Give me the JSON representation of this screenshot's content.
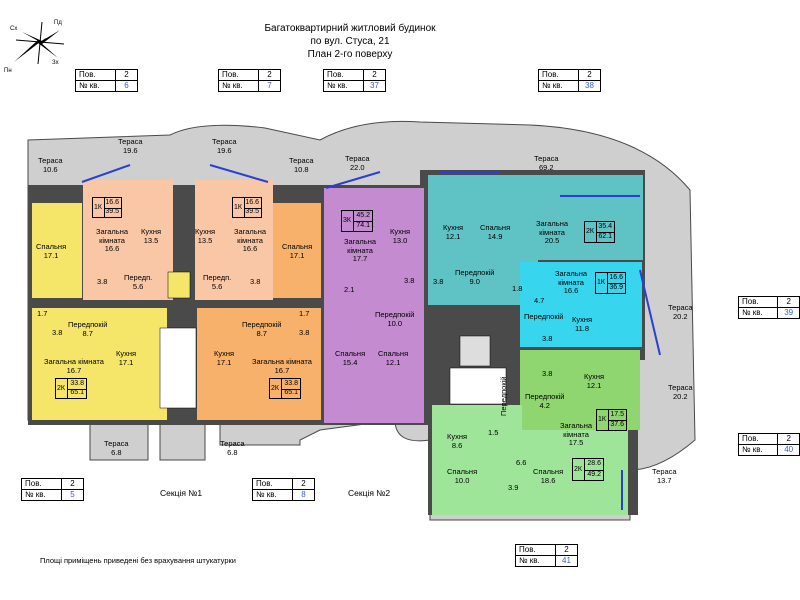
{
  "header": {
    "line1": "Багатоквартирний житловий будинок",
    "line2": "по вул. Стуса, 21",
    "line3": "План 2-го поверху"
  },
  "compass": {
    "nw": "Сх",
    "ne": "Пд",
    "sw": "Пн",
    "se": "Зх"
  },
  "colors": {
    "yellow": "#f5e66a",
    "orange": "#f7b16a",
    "peach": "#f9c6a6",
    "purple": "#c48bd0",
    "teal": "#5fc3c6",
    "cyan": "#37d6ee",
    "green": "#8fd670",
    "lightgreen": "#9ee59a",
    "wall": "#4a4a4a",
    "terrace": "#cfcfcf",
    "blue_text": "#3a5ad8"
  },
  "tables": [
    {
      "id": "t6",
      "floor_label": "Пов.",
      "floor": "2",
      "apt_label": "№ кв.",
      "apt": "6"
    },
    {
      "id": "t7",
      "floor_label": "Пов.",
      "floor": "2",
      "apt_label": "№ кв.",
      "apt": "7"
    },
    {
      "id": "t37",
      "floor_label": "Пов.",
      "floor": "2",
      "apt_label": "№ кв.",
      "apt": "37"
    },
    {
      "id": "t38",
      "floor_label": "Пов.",
      "floor": "2",
      "apt_label": "№ кв.",
      "apt": "38"
    },
    {
      "id": "t39",
      "floor_label": "Пов.",
      "floor": "2",
      "apt_label": "№ кв.",
      "apt": "39"
    },
    {
      "id": "t40",
      "floor_label": "Пов.",
      "floor": "2",
      "apt_label": "№ кв.",
      "apt": "40"
    },
    {
      "id": "t5",
      "floor_label": "Пов.",
      "floor": "2",
      "apt_label": "№ кв.",
      "apt": "5"
    },
    {
      "id": "t8",
      "floor_label": "Пов.",
      "floor": "2",
      "apt_label": "№ кв.",
      "apt": "8"
    },
    {
      "id": "t41",
      "floor_label": "Пов.",
      "floor": "2",
      "apt_label": "№ кв.",
      "apt": "41"
    }
  ],
  "rooms": [
    {
      "id": "r1",
      "name": "Тераса",
      "area": "10.6"
    },
    {
      "id": "r2",
      "name": "Тераса",
      "area": "19.6"
    },
    {
      "id": "r3",
      "name": "Тераса",
      "area": "19.6"
    },
    {
      "id": "r4",
      "name": "Тераса",
      "area": "10.8"
    },
    {
      "id": "r5",
      "name": "Тераса",
      "area": "22.0"
    },
    {
      "id": "r6",
      "name": "Тераса",
      "area": "69.2"
    },
    {
      "id": "r7",
      "name": "Спальня",
      "area": "17.1"
    },
    {
      "id": "r8",
      "name": "Загальна кімната",
      "area": "16.6"
    },
    {
      "id": "r9",
      "name": "Кухня",
      "area": "13.5"
    },
    {
      "id": "r10",
      "name": "Кухня",
      "area": "13.5"
    },
    {
      "id": "r11",
      "name": "Загальна кімната",
      "area": "16.6"
    },
    {
      "id": "r12",
      "name": "Спальня",
      "area": "17.1"
    },
    {
      "id": "r13",
      "name": "Загальна кімната",
      "area": "17.7"
    },
    {
      "id": "r14",
      "name": "Кухня",
      "area": "13.0"
    },
    {
      "id": "r15",
      "name": "Кухня",
      "area": "12.1"
    },
    {
      "id": "r16",
      "name": "Спальня",
      "area": "14.9"
    },
    {
      "id": "r17",
      "name": "Загальна кімната",
      "area": "20.5"
    },
    {
      "id": "r18",
      "name": "Передп.",
      "area": "5.6"
    },
    {
      "id": "r19",
      "name": "Передп.",
      "area": "5.6"
    },
    {
      "id": "r20",
      "name": "Передпокій",
      "area": "9.0"
    },
    {
      "id": "r21",
      "name": "Загальна кімната",
      "area": "16.6"
    },
    {
      "id": "r22",
      "name": "Передпокій",
      "area": "8.7"
    },
    {
      "id": "r23",
      "name": "Передпокій",
      "area": "8.7"
    },
    {
      "id": "r24",
      "name": "Передпокій",
      "area": "10.0"
    },
    {
      "id": "r25",
      "name": "Передпокій",
      "area": ""
    },
    {
      "id": "r26",
      "name": "Кухня",
      "area": "11.8"
    },
    {
      "id": "r27",
      "name": "Тераса",
      "area": "20.2"
    },
    {
      "id": "r28",
      "name": "Загальна кімната",
      "area": "16.7"
    },
    {
      "id": "r29",
      "name": "Кухня",
      "area": "17.1"
    },
    {
      "id": "r30",
      "name": "Кухня",
      "area": "17.1"
    },
    {
      "id": "r31",
      "name": "Загальна кімната",
      "area": "16.7"
    },
    {
      "id": "r32",
      "name": "Спальня",
      "area": "15.4"
    },
    {
      "id": "r33",
      "name": "Спальня",
      "area": "12.1"
    },
    {
      "id": "r34",
      "name": "Кухня",
      "area": "12.1"
    },
    {
      "id": "r35",
      "name": "Передпокій",
      "area": "4.2"
    },
    {
      "id": "r36",
      "name": "Тераса",
      "area": "20.2"
    },
    {
      "id": "r37",
      "name": "Загальна кімната",
      "area": "17.5"
    },
    {
      "id": "r38",
      "name": "Кухня",
      "area": "8.6"
    },
    {
      "id": "r39",
      "name": "Передпокій",
      "area": ""
    },
    {
      "id": "r40",
      "name": "Тераса",
      "area": "6.8"
    },
    {
      "id": "r41",
      "name": "Тераса",
      "area": "6.8"
    },
    {
      "id": "r42",
      "name": "Спальня",
      "area": "10.0"
    },
    {
      "id": "r43",
      "name": "Спальня",
      "area": "18.6"
    },
    {
      "id": "r44",
      "name": "Тераса",
      "area": "13.7"
    }
  ],
  "small_areas": [
    {
      "id": "s1",
      "value": "3.8"
    },
    {
      "id": "s2",
      "value": "3.8"
    },
    {
      "id": "s3",
      "value": "1.7"
    },
    {
      "id": "s4",
      "value": "3.8"
    },
    {
      "id": "s5",
      "value": "1.7"
    },
    {
      "id": "s6",
      "value": "3.8"
    },
    {
      "id": "s7",
      "value": "2.1"
    },
    {
      "id": "s8",
      "value": "3.8"
    },
    {
      "id": "s9",
      "value": "3.8"
    },
    {
      "id": "s10",
      "value": "1.8"
    },
    {
      "id": "s11",
      "value": "4.7"
    },
    {
      "id": "s12",
      "value": "3.8"
    },
    {
      "id": "s13",
      "value": "3.8"
    },
    {
      "id": "s14",
      "value": "1.5"
    },
    {
      "id": "s15",
      "value": "6.6"
    },
    {
      "id": "s16",
      "value": "3.9"
    }
  ],
  "boxes": [
    {
      "id": "b1",
      "rooms": "1К",
      "living": "16.6",
      "total": "39.5"
    },
    {
      "id": "b2",
      "rooms": "1К",
      "living": "16.6",
      "total": "39.5"
    },
    {
      "id": "b3",
      "rooms": "3К",
      "living": "45.2",
      "total": "74.1"
    },
    {
      "id": "b4",
      "rooms": "2К",
      "living": "35.4",
      "total": "62.1"
    },
    {
      "id": "b5",
      "rooms": "1К",
      "living": "16.6",
      "total": "36.9"
    },
    {
      "id": "b6",
      "rooms": "2К",
      "living": "33.8",
      "total": "65.1"
    },
    {
      "id": "b7",
      "rooms": "2К",
      "living": "33.8",
      "total": "65.1"
    },
    {
      "id": "b8",
      "rooms": "1К",
      "living": "17.5",
      "total": "37.6"
    },
    {
      "id": "b9",
      "rooms": "2К",
      "living": "28.6",
      "total": "49.2"
    }
  ],
  "sections": {
    "s1": "Секція №1",
    "s2": "Секція №2"
  },
  "note": "Площі приміщень приведені без врахування штукатурки"
}
